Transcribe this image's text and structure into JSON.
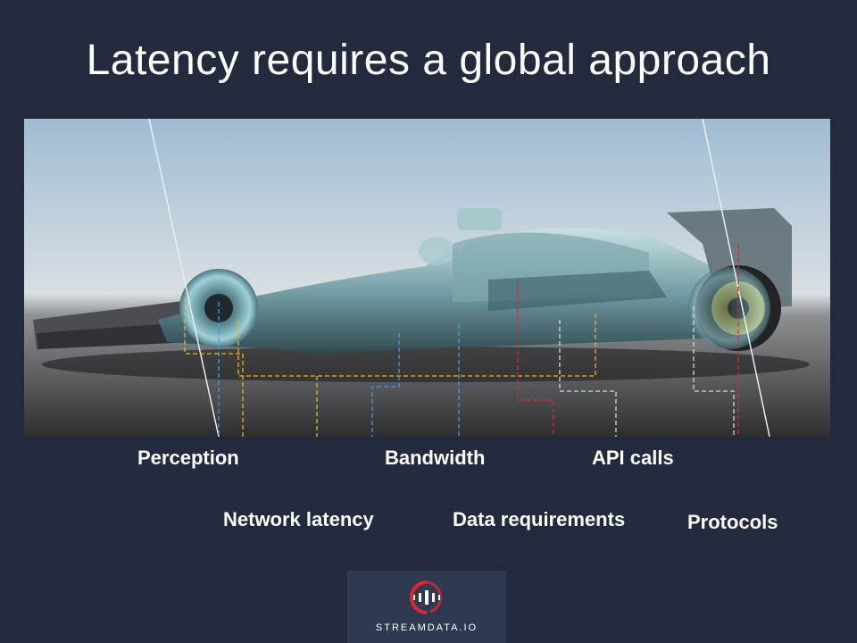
{
  "slide": {
    "title": "Latency requires a global approach"
  },
  "labels": {
    "perception": "Perception",
    "bandwidth": "Bandwidth",
    "api_calls": "API calls",
    "network_latency": "Network latency",
    "data_requirements": "Data requirements",
    "protocols": "Protocols"
  },
  "logo": {
    "text": "STREAMDATA.IO"
  },
  "colors": {
    "background": "#232a3d",
    "logo_box": "#2f3a52",
    "logo_accent": "#e3262c",
    "line_blue": "#3f9be0",
    "line_yellow": "#e8b422",
    "line_red": "#e3262c",
    "line_white": "#d8d8d8"
  }
}
